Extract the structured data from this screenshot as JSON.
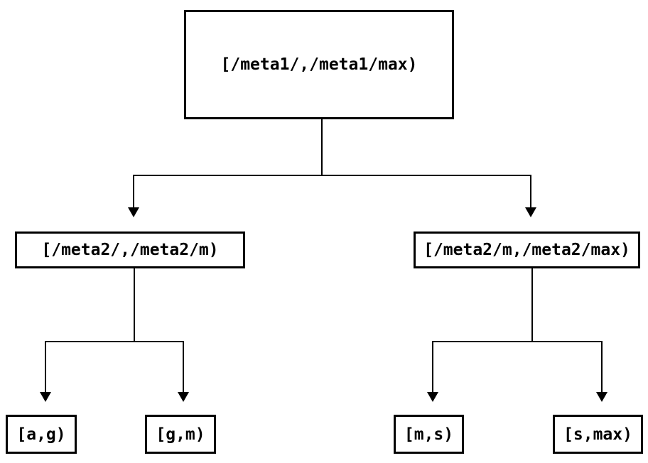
{
  "tree": {
    "root": {
      "label": "[/meta1/,/meta1/max)"
    },
    "branches": [
      {
        "label": "[/meta2/,/meta2/m)",
        "leaves": [
          {
            "label": "[a,g)"
          },
          {
            "label": "[g,m)"
          }
        ]
      },
      {
        "label": "[/meta2/m,/meta2/max)",
        "leaves": [
          {
            "label": "[m,s)"
          },
          {
            "label": "[s,max)"
          }
        ]
      }
    ]
  },
  "colors": {
    "line": "#000000",
    "text": "#000000",
    "background": "#ffffff"
  }
}
